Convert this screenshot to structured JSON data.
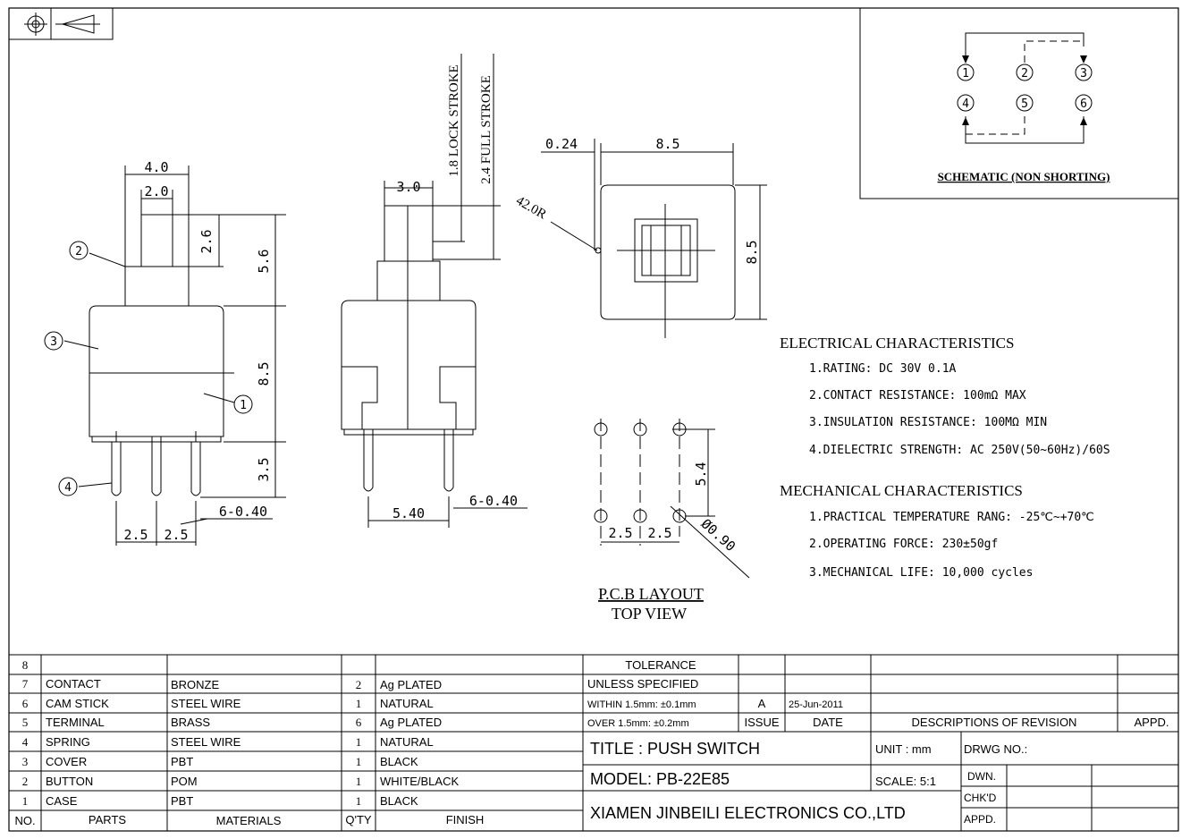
{
  "header_symbol": [
    "⊕",
    "◁"
  ],
  "schematic": {
    "pins_top": [
      "1",
      "2",
      "3"
    ],
    "pins_bottom": [
      "4",
      "5",
      "6"
    ],
    "title": "SCHEMATIC (NON SHORTING)"
  },
  "front_view": {
    "dims": {
      "top_width": "4.0",
      "inner_width": "2.0",
      "button_height": "2.6",
      "overall_height": "5.6",
      "body_height": "8.5",
      "pin_length": "3.5",
      "pitch_1": "2.5",
      "pitch_2": "2.5",
      "pin_dia": "6-0.40"
    },
    "callouts": [
      "2",
      "3",
      "1",
      "4"
    ]
  },
  "side_view": {
    "dims": {
      "button_width": "3.0",
      "lock_stroke": "1.8 LOCK STROKE",
      "full_stroke": "2.4 FULL STROKE",
      "pin_span": "5.40",
      "pin_dia": "6-0.40"
    }
  },
  "top_view": {
    "dims": {
      "offset": "0.24",
      "width": "8.5",
      "height": "8.5",
      "radius": "42.0R"
    }
  },
  "pcb": {
    "dims": {
      "row_spacing": "5.4",
      "pitch_1": "2.5",
      "pitch_2": "2.5",
      "hole_dia": "Ø0.90"
    },
    "title_1": "P.C.B LAYOUT",
    "title_2": "TOP VIEW"
  },
  "electrical": {
    "heading": "ELECTRICAL CHARACTERISTICS",
    "items": [
      "1.RATING: DC 30V 0.1A",
      "2.CONTACT RESISTANCE: 100mΩ MAX",
      "3.INSULATION RESISTANCE: 100MΩ MIN",
      "4.DIELECTRIC STRENGTH: AC 250V(50~60Hz)/60S"
    ]
  },
  "mechanical": {
    "heading": "MECHANICAL CHARACTERISTICS",
    "items": [
      "1.PRACTICAL TEMPERATURE RANG: -25℃~+70℃",
      "2.OPERATING FORCE: 230±50gf",
      "3.MECHANICAL LIFE: 10,000 cycles"
    ]
  },
  "bom": {
    "rows": [
      {
        "no": "8",
        "part": "",
        "material": "",
        "qty": "",
        "finish": ""
      },
      {
        "no": "7",
        "part": "CONTACT",
        "material": "BRONZE",
        "qty": "2",
        "finish": "Ag PLATED"
      },
      {
        "no": "6",
        "part": "CAM STICK",
        "material": "STEEL WIRE",
        "qty": "1",
        "finish": "NATURAL"
      },
      {
        "no": "5",
        "part": "TERMINAL",
        "material": "BRASS",
        "qty": "6",
        "finish": "Ag PLATED"
      },
      {
        "no": "4",
        "part": "SPRING",
        "material": "STEEL WIRE",
        "qty": "1",
        "finish": "NATURAL"
      },
      {
        "no": "3",
        "part": "COVER",
        "material": "PBT",
        "qty": "1",
        "finish": "BLACK"
      },
      {
        "no": "2",
        "part": "BUTTON",
        "material": "POM",
        "qty": "1",
        "finish": "WHITE/BLACK"
      },
      {
        "no": "1",
        "part": "CASE",
        "material": "PBT",
        "qty": "1",
        "finish": "BLACK"
      }
    ],
    "headers": {
      "no": "NO.",
      "part": "PARTS",
      "material": "MATERIALS",
      "qty": "Q'TY",
      "finish": "FINISH"
    }
  },
  "title_block": {
    "tolerance": "TOLERANCE",
    "unless": "UNLESS  SPECIFIED",
    "within": "WITHIN 1.5mm: ±0.1mm",
    "over": "OVER  1.5mm: ±0.2mm",
    "issue_value": "A",
    "date_value": "25-Jun-2011",
    "issue_label": "ISSUE",
    "date_label": "DATE",
    "revisions_label": "DESCRIPTIONS OF REVISION",
    "appd_label": "APPD.",
    "title": "TITLE :  PUSH SWITCH",
    "model": "MODEL: PB-22E85",
    "company": "XIAMEN JINBEILI ELECTRONICS CO.,LTD",
    "unit_label": "UNIT : mm",
    "scale_label": "SCALE: 5:1",
    "drwg_label": "DRWG NO.:",
    "dwn_label": "DWN.",
    "chkd_label": "CHK'D",
    "appd2_label": "APPD."
  }
}
